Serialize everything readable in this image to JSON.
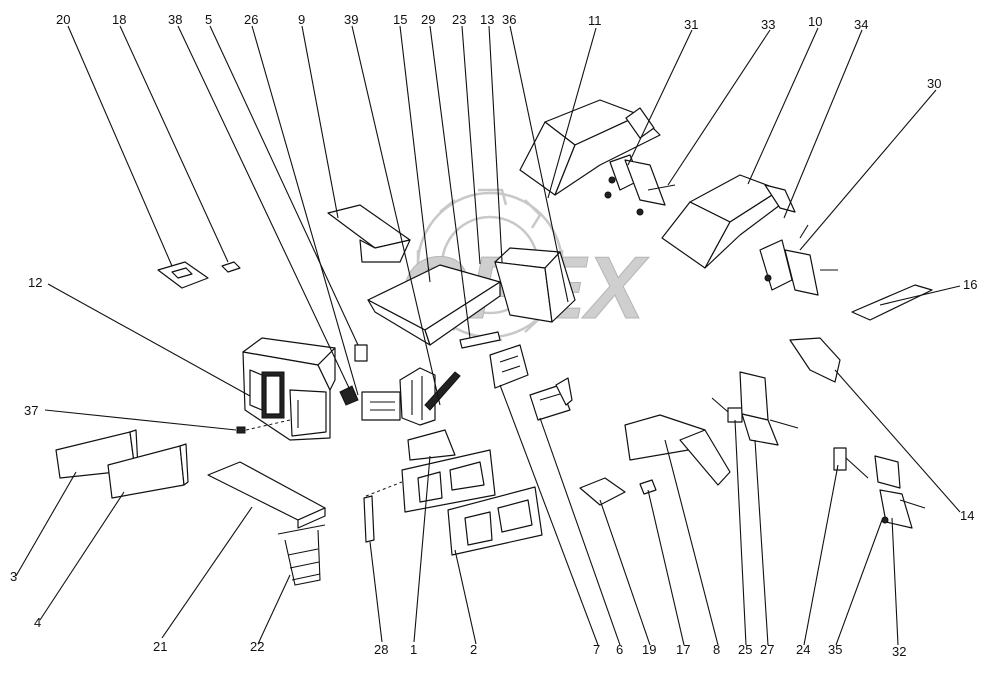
{
  "watermark": "OPEX",
  "parts": [
    {
      "num": "20"
    },
    {
      "num": "18"
    },
    {
      "num": "38"
    },
    {
      "num": "5"
    },
    {
      "num": "26"
    },
    {
      "num": "9"
    },
    {
      "num": "39"
    },
    {
      "num": "15"
    },
    {
      "num": "29"
    },
    {
      "num": "23"
    },
    {
      "num": "13"
    },
    {
      "num": "36"
    },
    {
      "num": "11"
    },
    {
      "num": "31"
    },
    {
      "num": "33"
    },
    {
      "num": "10"
    },
    {
      "num": "34"
    },
    {
      "num": "30"
    },
    {
      "num": "12"
    },
    {
      "num": "16"
    },
    {
      "num": "37"
    },
    {
      "num": "14"
    },
    {
      "num": "3"
    },
    {
      "num": "4"
    },
    {
      "num": "21"
    },
    {
      "num": "22"
    },
    {
      "num": "28"
    },
    {
      "num": "1"
    },
    {
      "num": "2"
    },
    {
      "num": "7"
    },
    {
      "num": "6"
    },
    {
      "num": "19"
    },
    {
      "num": "17"
    },
    {
      "num": "8"
    },
    {
      "num": "25"
    },
    {
      "num": "27"
    },
    {
      "num": "24"
    },
    {
      "num": "35"
    },
    {
      "num": "32"
    }
  ]
}
